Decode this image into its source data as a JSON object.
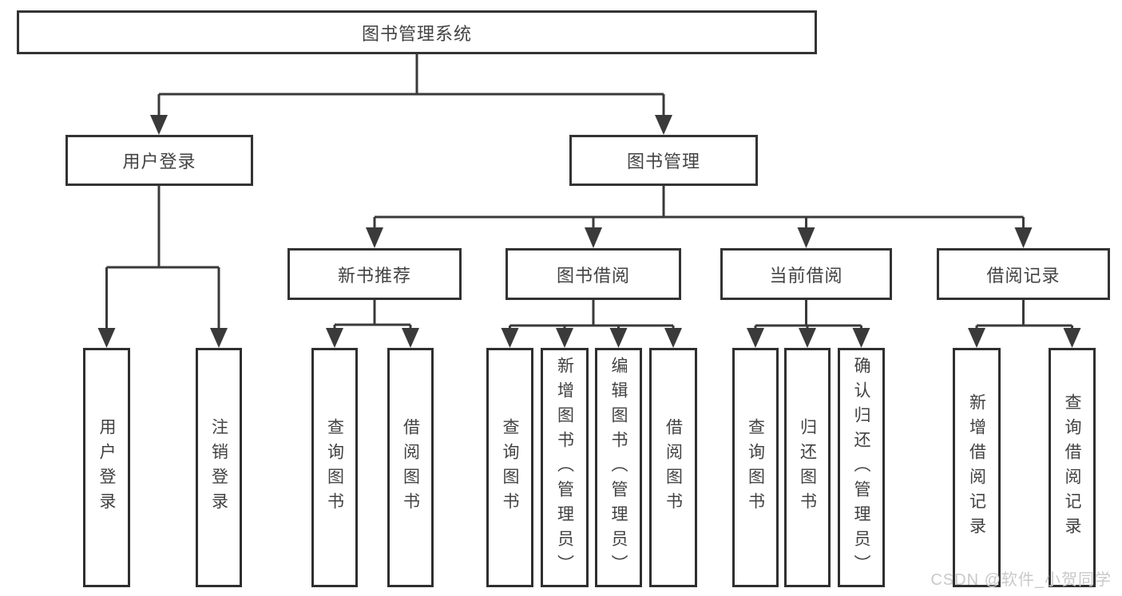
{
  "diagram_type": "hierarchy-tree",
  "tree": {
    "label": "图书管理系统",
    "children": [
      {
        "label": "用户登录",
        "children": [
          {
            "label": "用户登录"
          },
          {
            "label": "注销登录"
          }
        ]
      },
      {
        "label": "图书管理",
        "children": [
          {
            "label": "新书推荐",
            "children": [
              {
                "label": "查询图书"
              },
              {
                "label": "借阅图书"
              }
            ]
          },
          {
            "label": "图书借阅",
            "children": [
              {
                "label": "查询图书"
              },
              {
                "label": "新增图书（管理员）"
              },
              {
                "label": "编辑图书（管理员）"
              },
              {
                "label": "借阅图书"
              }
            ]
          },
          {
            "label": "当前借阅",
            "children": [
              {
                "label": "查询图书"
              },
              {
                "label": "归还图书"
              },
              {
                "label": "确认归还（管理员）"
              }
            ]
          },
          {
            "label": "借阅记录",
            "children": [
              {
                "label": "新增借阅记录"
              },
              {
                "label": "查询借阅记录"
              }
            ]
          }
        ]
      }
    ]
  },
  "watermark": {
    "text": "CSDN @软件_小贺同学"
  },
  "colors": {
    "background": "#ffffff",
    "line": "#3a3a3a",
    "box_border": "#333333",
    "text": "#424242",
    "watermark": "#c9c9c9"
  }
}
